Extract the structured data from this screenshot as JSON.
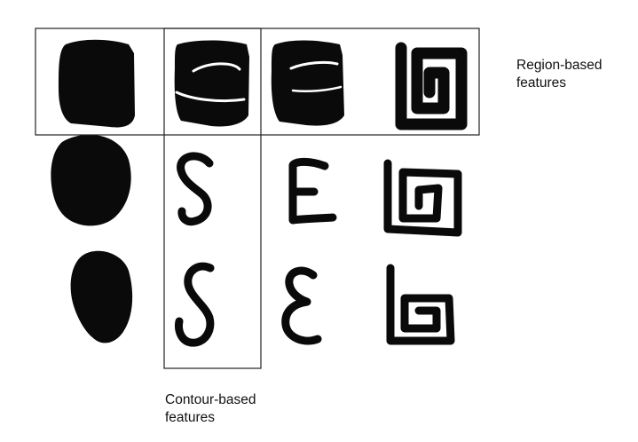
{
  "labels": {
    "region": {
      "line1": "Region-based",
      "line2": "features"
    },
    "contour": {
      "line1": "Contour-based",
      "line2": "features"
    }
  },
  "colors": {
    "ink": "#0a0a0a",
    "background": "#ffffff",
    "frame": "#222222"
  }
}
